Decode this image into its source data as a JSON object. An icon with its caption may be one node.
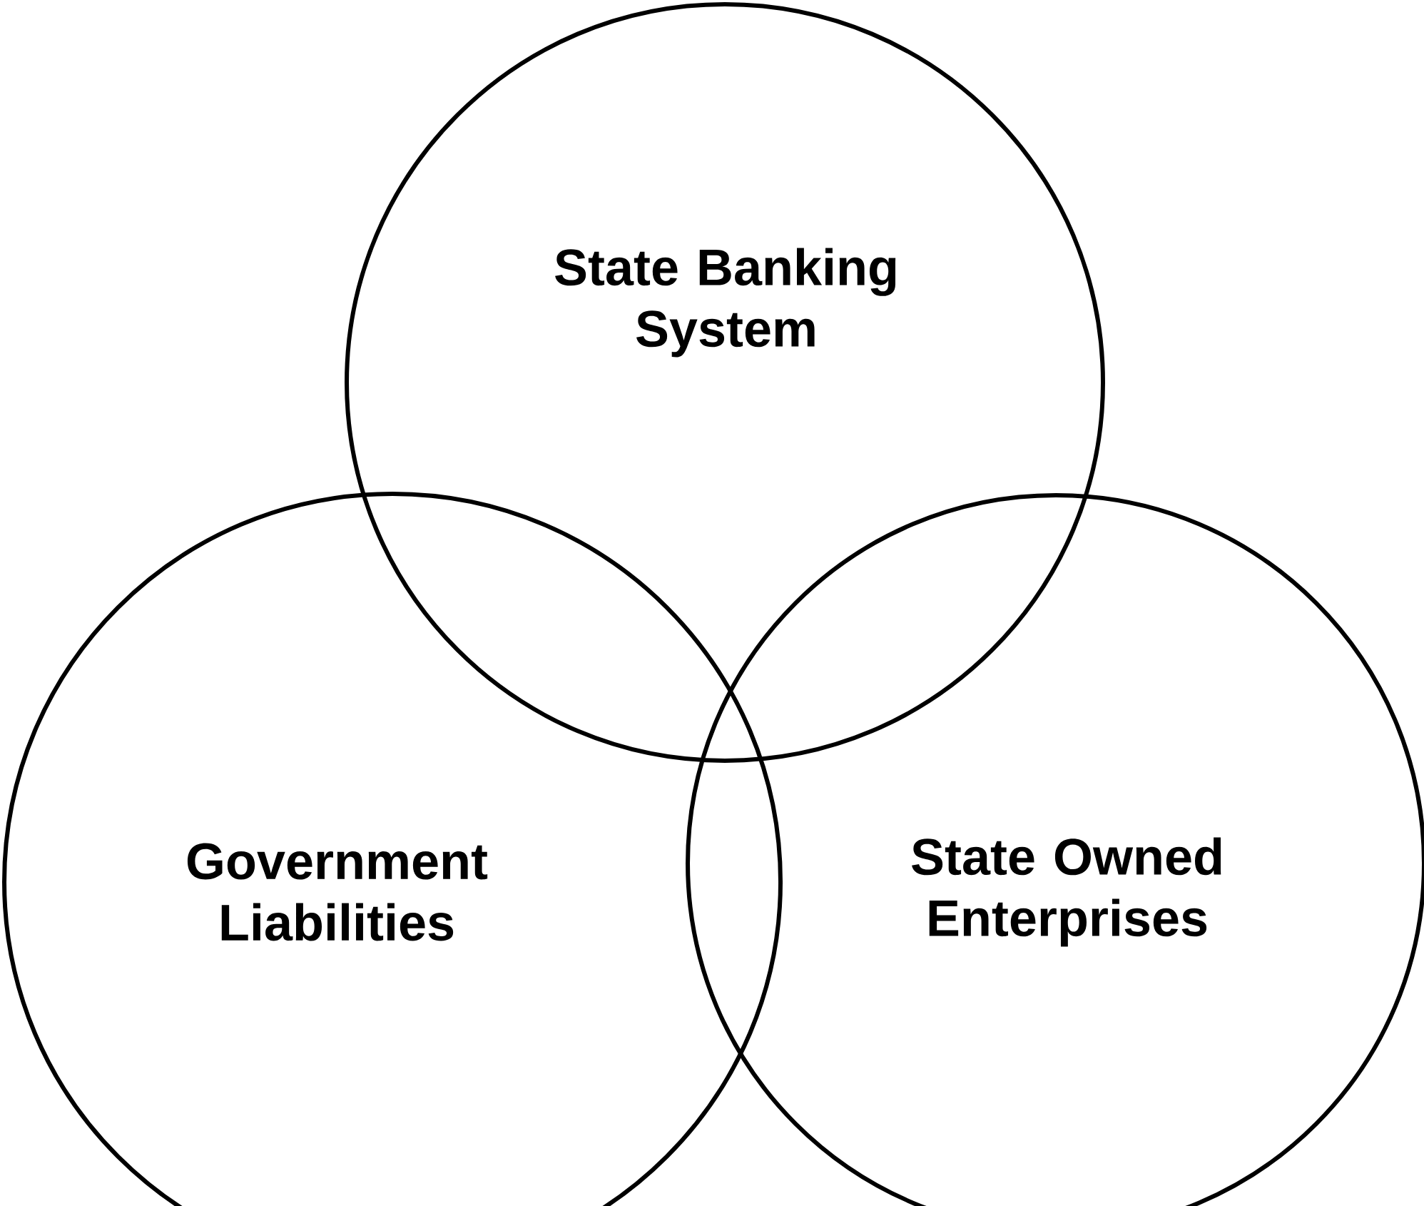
{
  "diagram": {
    "nodes": [
      {
        "text": [
          "State Banking System"
        ]
      },
      {
        "text": [
          "Government Liabilities"
        ]
      },
      {
        "text": [
          "State Owned Enterprises"
        ]
      }
    ]
  }
}
